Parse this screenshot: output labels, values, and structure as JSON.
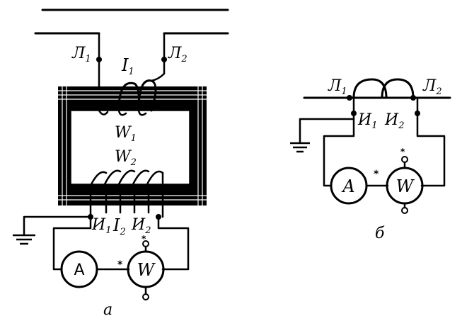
{
  "left_circuit": {
    "line_terminal_1": {
      "base": "Л",
      "sub": "1"
    },
    "line_terminal_2": {
      "base": "Л",
      "sub": "2"
    },
    "primary_current": {
      "base": "I",
      "sub": "1"
    },
    "primary_winding": {
      "base": "W",
      "sub": "1"
    },
    "secondary_winding": {
      "base": "W",
      "sub": "2"
    },
    "meter_terminal_1": {
      "base": "И",
      "sub": "1"
    },
    "secondary_current": {
      "base": "I",
      "sub": "2"
    },
    "meter_terminal_2": {
      "base": "И",
      "sub": "2"
    },
    "ammeter": "A",
    "wattmeter": "W",
    "polarity_mark": "*",
    "caption": "а"
  },
  "right_circuit": {
    "line_terminal_1": {
      "base": "Л",
      "sub": "1"
    },
    "line_terminal_2": {
      "base": "Л",
      "sub": "2"
    },
    "meter_terminal_1": {
      "base": "И",
      "sub": "1"
    },
    "meter_terminal_2": {
      "base": "И",
      "sub": "2"
    },
    "ammeter": "A",
    "wattmeter": "W",
    "polarity_mark": "*",
    "caption": "б"
  }
}
